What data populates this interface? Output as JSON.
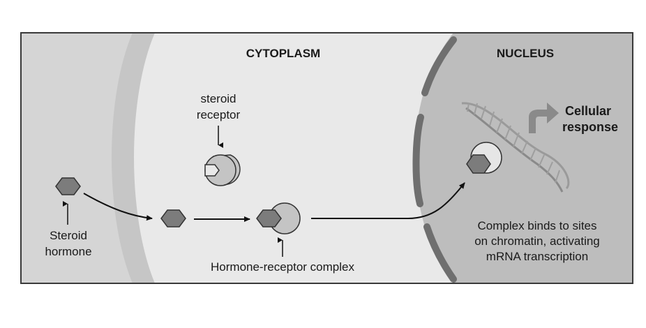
{
  "regions": {
    "cytoplasm": "CYTOPLASM",
    "nucleus": "NUCLEUS"
  },
  "labels": {
    "receptor": [
      "steroid",
      "receptor"
    ],
    "hormone": [
      "Steroid",
      "hormone"
    ],
    "complex": "Hormone-receptor complex",
    "response": [
      "Cellular",
      "response"
    ],
    "binding": [
      "Complex binds to sites",
      "on chromatin, activating",
      "mRNA transcription"
    ]
  },
  "colors": {
    "extracellular": "#d5d5d5",
    "membrane": "#c6c6c6",
    "cytoplasm": "#e9e9e9",
    "nucleus": "#bdbdbd",
    "envelope": "#6f6f6f",
    "hormone": "#7c7c7c",
    "receptor": "#c4c4c4",
    "dna": "#9a9a9a",
    "response_arrow": "#8a8a8a"
  }
}
